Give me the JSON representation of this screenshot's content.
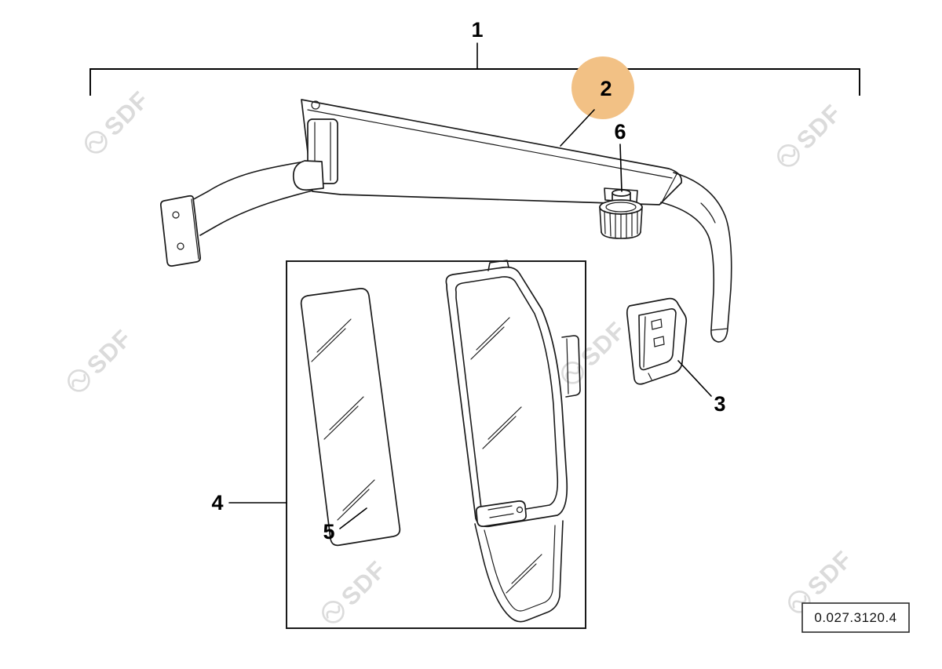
{
  "diagram": {
    "callouts": [
      "1",
      "2",
      "3",
      "4",
      "5",
      "6"
    ],
    "part_number": "0.027.3120.4",
    "watermark_text": "SDF",
    "highlight_color": "#F2C185"
  }
}
